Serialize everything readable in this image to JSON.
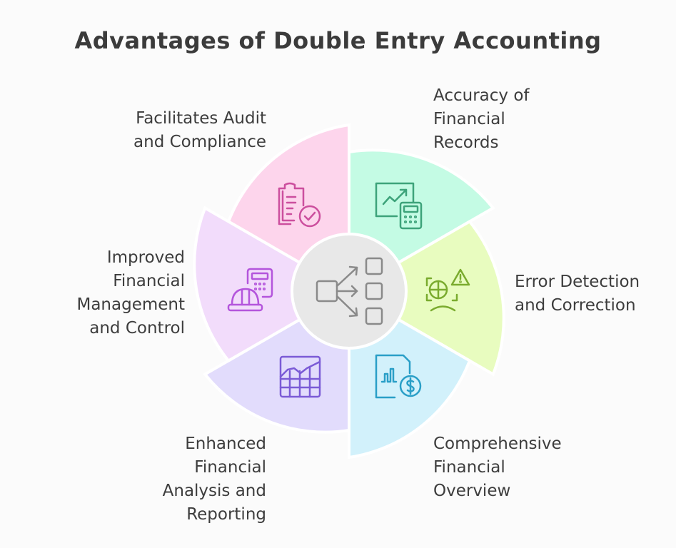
{
  "title": "Advantages of Double Entry Accounting",
  "center": {
    "icon": "one-to-many-flow-icon",
    "fill": "#e8e8e8",
    "stroke": "#8a8a8a"
  },
  "segments": [
    {
      "id": "audit",
      "lines": [
        "Facilitates Audit",
        "and Compliance"
      ],
      "icon": "clipboard-check-icon",
      "fill": "#fdd5ec",
      "stroke": "#cc4f9e"
    },
    {
      "id": "accuracy",
      "lines": [
        "Accuracy of",
        "Financial",
        "Records"
      ],
      "icon": "chart-calculator-icon",
      "fill": "#c4fbe4",
      "stroke": "#3da37a"
    },
    {
      "id": "error",
      "lines": [
        "Error Detection",
        "and Correction"
      ],
      "icon": "error-scan-warning-icon",
      "fill": "#e8fcbf",
      "stroke": "#7aab2e"
    },
    {
      "id": "overview",
      "lines": [
        "Comprehensive",
        "Financial",
        "Overview"
      ],
      "icon": "report-dollar-icon",
      "fill": "#d2f1fb",
      "stroke": "#2a9fc7"
    },
    {
      "id": "analysis",
      "lines": [
        "Enhanced",
        "Financial",
        "Analysis and",
        "Reporting"
      ],
      "icon": "chart-grid-icon",
      "fill": "#e2dcfc",
      "stroke": "#7b5bd6"
    },
    {
      "id": "management",
      "lines": [
        "Improved",
        "Financial",
        "Management",
        "and Control"
      ],
      "icon": "hardhat-calculator-icon",
      "fill": "#f2dcfb",
      "stroke": "#b455dc"
    }
  ]
}
